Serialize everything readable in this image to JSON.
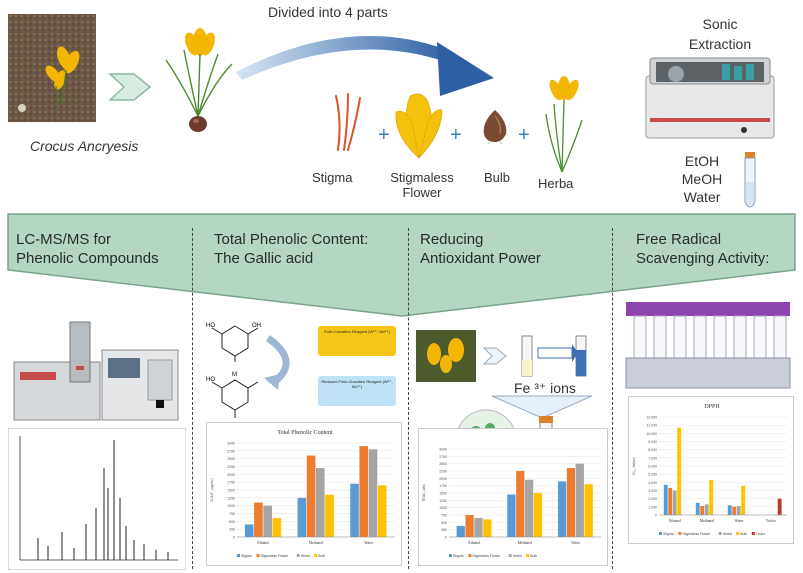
{
  "top": {
    "plant_name": "Crocus Ancryesis",
    "divided_label": "Divided into 4 parts",
    "parts": [
      "Stigma",
      "Stigmaless\nFlower",
      "Bulb",
      "Herba"
    ],
    "extraction_title": "Sonic\nExtraction",
    "solvents": "EtOH\nMeOH\nWater"
  },
  "panels": [
    {
      "title": "LC-MS/MS for\nPhenolic Compounds"
    },
    {
      "title": "Total Phenolic Content:\nThe Gallic acid"
    },
    {
      "title": "Reducing\nAntioxidant Power"
    },
    {
      "title": "Free Radical\nScavenging Activity:"
    }
  ],
  "tpc": {
    "reagent_oxidized": "Folin-Ciocalteu Reagent (W⁶⁺, Mo⁶⁺)",
    "reagent_reduced": "Reduced Folin-Ciocalteu Reagent (W⁵⁺, Mo⁵⁺)",
    "chem_label": "M"
  },
  "frap": {
    "ions_label": "Fe ³⁺ ions"
  },
  "colors": {
    "band": "#b4d6c3",
    "band_border": "#7aa38c",
    "arrow": "#2d5fa3",
    "stigma": "#5b9bd5",
    "flower": "#ed7d31",
    "herba": "#a5a5a5",
    "bulb": "#ffc000",
    "crocus": "#2ca02c"
  },
  "chart_data": [
    {
      "type": "bar",
      "title": "Total Phenolic Content",
      "ylabel": "G.A.E. (ug/mL)",
      "categories": [
        "Ethanol",
        "Methanol",
        "Water"
      ],
      "series": [
        {
          "name": "Stigma",
          "values": [
            400,
            1250,
            1700
          ]
        },
        {
          "name": "Stigmaless Flower",
          "values": [
            1100,
            2600,
            2900
          ]
        },
        {
          "name": "Herba",
          "values": [
            1000,
            2200,
            2800
          ]
        },
        {
          "name": "Bulb",
          "values": [
            600,
            1350,
            1650
          ]
        }
      ],
      "ylim": [
        0,
        3000
      ],
      "yticks": [
        "0",
        "250",
        "500",
        "750",
        "1000",
        "1250",
        "1500",
        "1750",
        "2000",
        "2250",
        "2500",
        "2750",
        "3000"
      ]
    },
    {
      "type": "bar",
      "title": "",
      "ylabel": "TEAC (uM)",
      "categories": [
        "Ethanol",
        "Methanol",
        "Water"
      ],
      "series": [
        {
          "name": "Stigma",
          "values": [
            380,
            1450,
            1900
          ]
        },
        {
          "name": "Stigmaless Flower",
          "values": [
            750,
            2250,
            2350
          ]
        },
        {
          "name": "Herba",
          "values": [
            650,
            1950,
            2500
          ]
        },
        {
          "name": "Bulb",
          "values": [
            600,
            1500,
            1800
          ]
        }
      ],
      "ylim": [
        0,
        3000
      ],
      "yticks": [
        "0",
        "250",
        "500",
        "750",
        "1000",
        "1250",
        "1500",
        "1750",
        "2000",
        "2250",
        "2500",
        "2750",
        "3000"
      ]
    },
    {
      "type": "bar",
      "title": "DPPH",
      "ylabel": "IC₅₀ Values",
      "categories": [
        "Ethanol",
        "Methanol",
        "Water",
        "Trolox"
      ],
      "series": [
        {
          "name": "Stigma",
          "values": [
            3700,
            1500,
            1200,
            0
          ]
        },
        {
          "name": "Stigmaless Flower",
          "values": [
            3300,
            1100,
            1000,
            0
          ]
        },
        {
          "name": "Herba",
          "values": [
            3000,
            1300,
            1100,
            0
          ]
        },
        {
          "name": "Bulb",
          "values": [
            10700,
            4300,
            3600,
            0
          ]
        },
        {
          "name": "Trolox",
          "values": [
            0,
            0,
            0,
            2000
          ]
        }
      ],
      "ylim": [
        0,
        12000
      ],
      "yticks": [
        "0",
        "1,000",
        "2,000",
        "3,000",
        "4,000",
        "5,000",
        "6,000",
        "7,000",
        "8,000",
        "9,000",
        "10,000",
        "11,000",
        "12,000"
      ]
    }
  ]
}
